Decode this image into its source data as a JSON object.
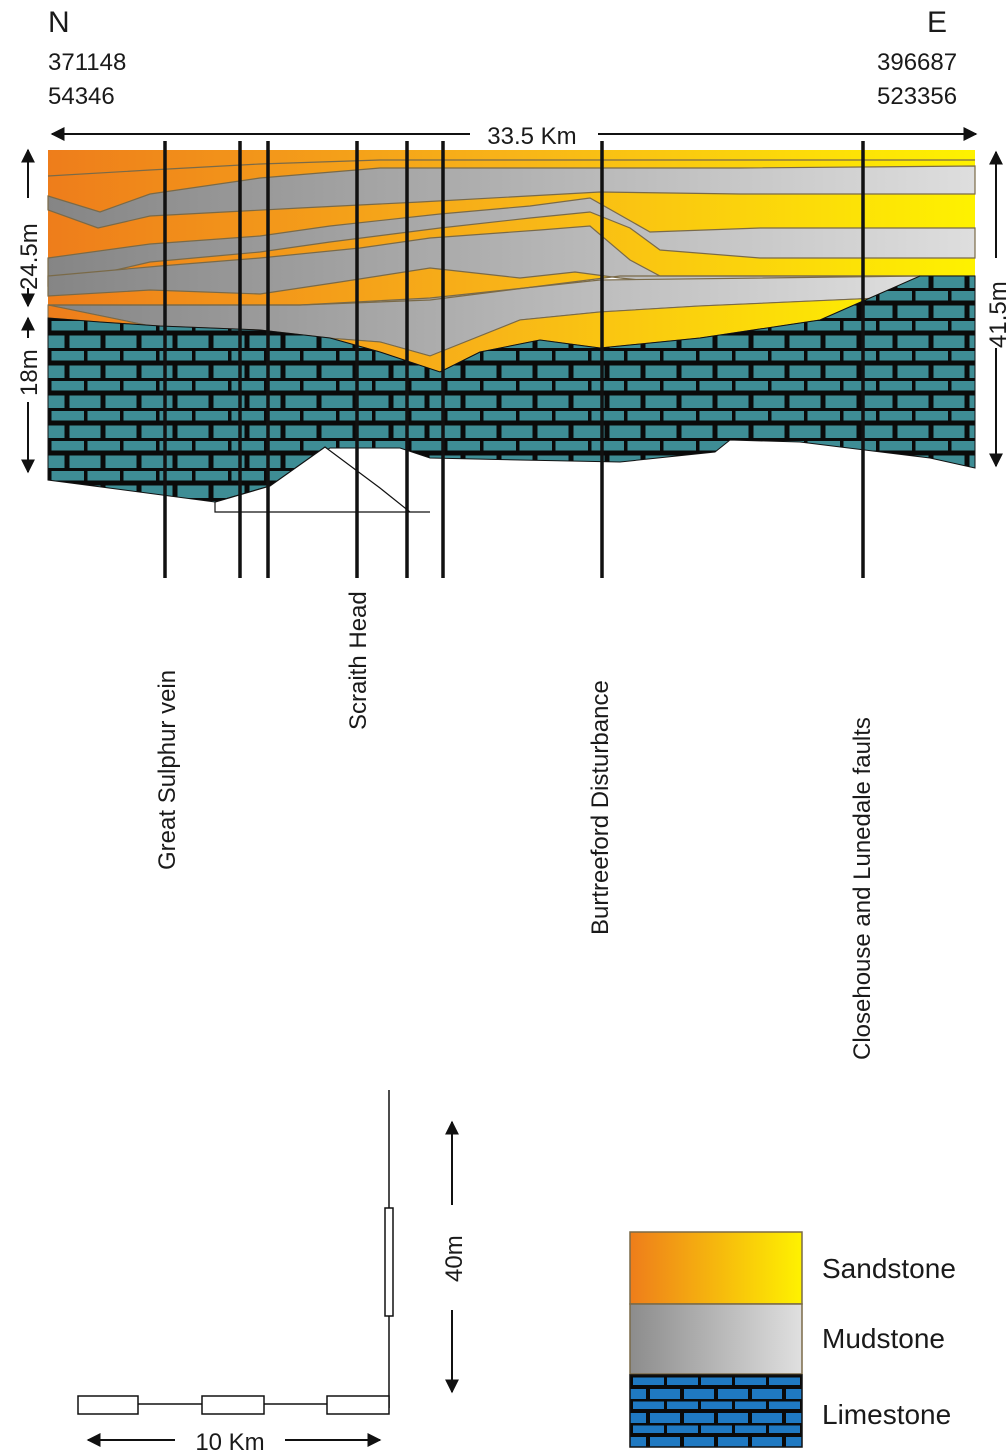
{
  "corners": {
    "left": {
      "direction": "N",
      "easting": "371148",
      "northing": "54346"
    },
    "right": {
      "direction": "E",
      "easting": "396687",
      "northing": "523356"
    }
  },
  "dimensions": {
    "horizontal": "33.5 Km",
    "left_upper": "24.5m",
    "left_lower": "18m",
    "right": "41.5m"
  },
  "faults": [
    "Great Sulphur vein",
    "Scraith Head",
    "Burtreeford Disturbance",
    "Closehouse and Lunedale faults"
  ],
  "scale_bar": {
    "horizontal": "10 Km",
    "vertical": "40m"
  },
  "legend": [
    {
      "label": "Sandstone",
      "colors": [
        "#ee7d1b",
        "#fef200"
      ]
    },
    {
      "label": "Mudstone",
      "colors": [
        "#8c8c8c",
        "#dcdcdc"
      ]
    },
    {
      "label": "Limestone",
      "colors": [
        "#1f79c2"
      ]
    }
  ],
  "colors": {
    "limestone_section": "#3e8d95",
    "brick_lines": "#0a0a0a",
    "mudstone_line": "#7a6a48"
  }
}
